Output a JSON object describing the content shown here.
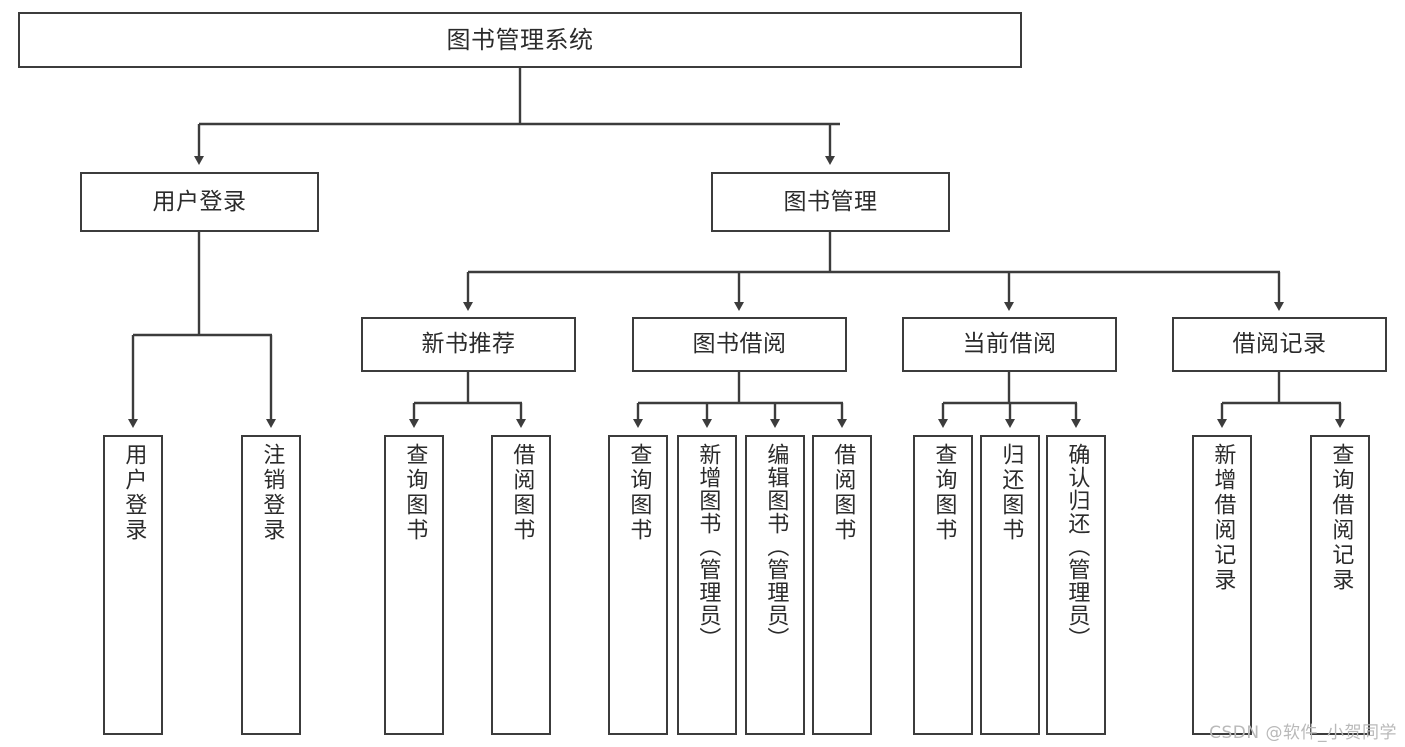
{
  "diagram": {
    "title": "图书管理系统",
    "watermark": "CSDN @软件_小贺同学",
    "colors": {
      "background": "#ffffff",
      "box_border": "#3c3c3c",
      "box_fill": "#ffffff",
      "text": "#2b2b2b",
      "edge": "#3c3c3c",
      "watermark": "#b9b9b9"
    },
    "root": {
      "label": "图书管理系统"
    },
    "level1": [
      {
        "label": "用户登录"
      },
      {
        "label": "图书管理"
      }
    ],
    "level2": [
      {
        "label": "新书推荐"
      },
      {
        "label": "图书借阅"
      },
      {
        "label": "当前借阅"
      },
      {
        "label": "借阅记录"
      }
    ],
    "leaves": {
      "user_login": [
        {
          "label": "用户登录"
        },
        {
          "label": "注销登录"
        }
      ],
      "new_book": [
        {
          "label": "查询图书"
        },
        {
          "label": "借阅图书"
        }
      ],
      "book_borrow": [
        {
          "label": "查询图书"
        },
        {
          "label": "新增图书（管理员）"
        },
        {
          "label": "编辑图书（管理员）"
        },
        {
          "label": "借阅图书"
        }
      ],
      "current_borrow": [
        {
          "label": "查询图书"
        },
        {
          "label": "归还图书"
        },
        {
          "label": "确认归还（管理员）"
        }
      ],
      "borrow_record": [
        {
          "label": "新增借阅记录"
        },
        {
          "label": "查询借阅记录"
        }
      ]
    }
  }
}
